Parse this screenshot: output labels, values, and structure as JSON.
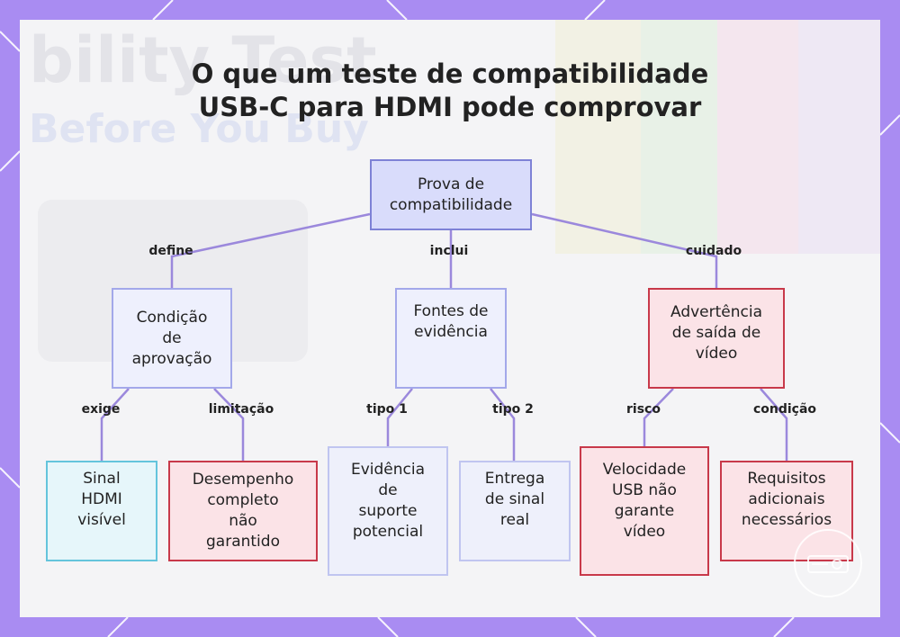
{
  "background": {
    "ghost_title": "bility Test",
    "ghost_subtitle": "Before You Buy"
  },
  "title": {
    "line1": "O que um teste de compatibilidade",
    "line2": "USB-C para HDMI pode comprovar"
  },
  "nodes": {
    "root": [
      "Prova de",
      "compatibilidade"
    ],
    "approval": [
      "Condição",
      "de",
      "aprovação"
    ],
    "evidence": [
      "Fontes de",
      "evidência"
    ],
    "warning": [
      "Advertência",
      "de saída de",
      "vídeo"
    ],
    "hdmi_signal": [
      "Sinal",
      "HDMI",
      "visível"
    ],
    "performance": [
      "Desempenho",
      "completo",
      "não",
      "garantido"
    ],
    "potential": [
      "Evidência",
      "de",
      "suporte",
      "potencial"
    ],
    "real_signal": [
      "Entrega",
      "de sinal",
      "real"
    ],
    "usb_speed": [
      "Velocidade",
      "USB não",
      "garante",
      "vídeo"
    ],
    "requirements": [
      "Requisitos",
      "adicionais",
      "necessários"
    ]
  },
  "edges": {
    "define": "define",
    "inclui": "inclui",
    "cuidado": "cuidado",
    "exige": "exige",
    "limitacao": "limitação",
    "tipo1": "tipo 1",
    "tipo2": "tipo 2",
    "risco": "risco",
    "condicao": "condição"
  },
  "colors": {
    "frame": "#a98cf2",
    "wire": "#9b88dc",
    "red_border": "#c8394a",
    "purple_border": "#7e82d6",
    "cyan_border": "#64c4dc"
  }
}
